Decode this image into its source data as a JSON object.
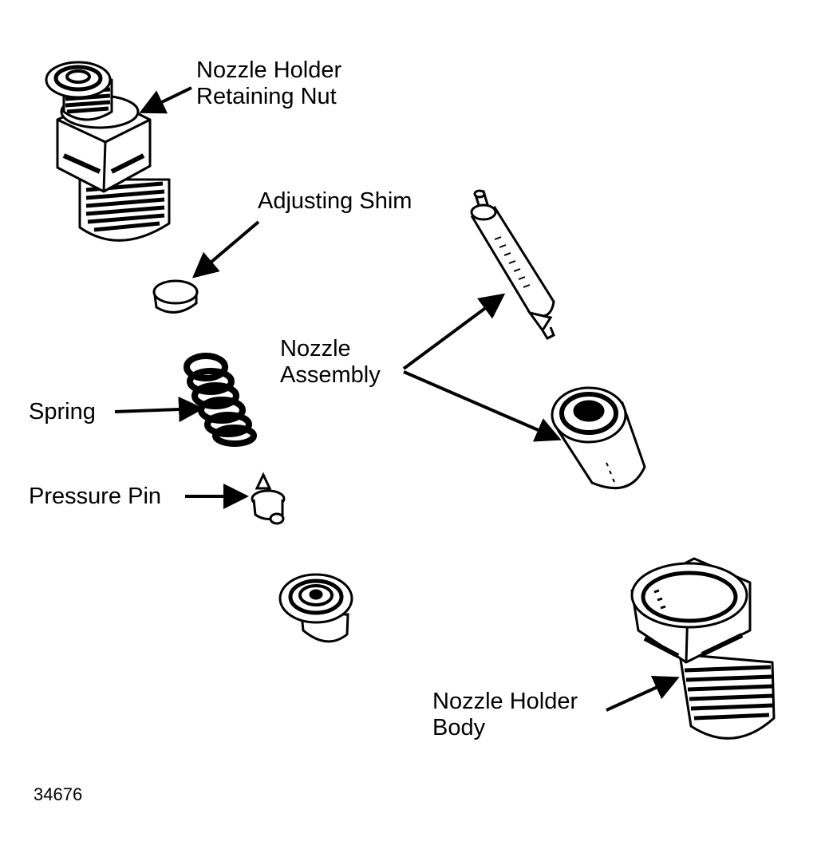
{
  "labels": {
    "retaining_nut": [
      "Nozzle Holder",
      "Retaining Nut"
    ],
    "adjusting_shim": "Adjusting Shim",
    "nozzle_assembly": [
      "Nozzle",
      "Assembly"
    ],
    "spring": "Spring",
    "pressure_pin": "Pressure Pin",
    "holder_body": [
      "Nozzle Holder",
      "Body"
    ]
  },
  "figure_number": "34676",
  "colors": {
    "ink": "#000000",
    "paper": "#ffffff"
  }
}
